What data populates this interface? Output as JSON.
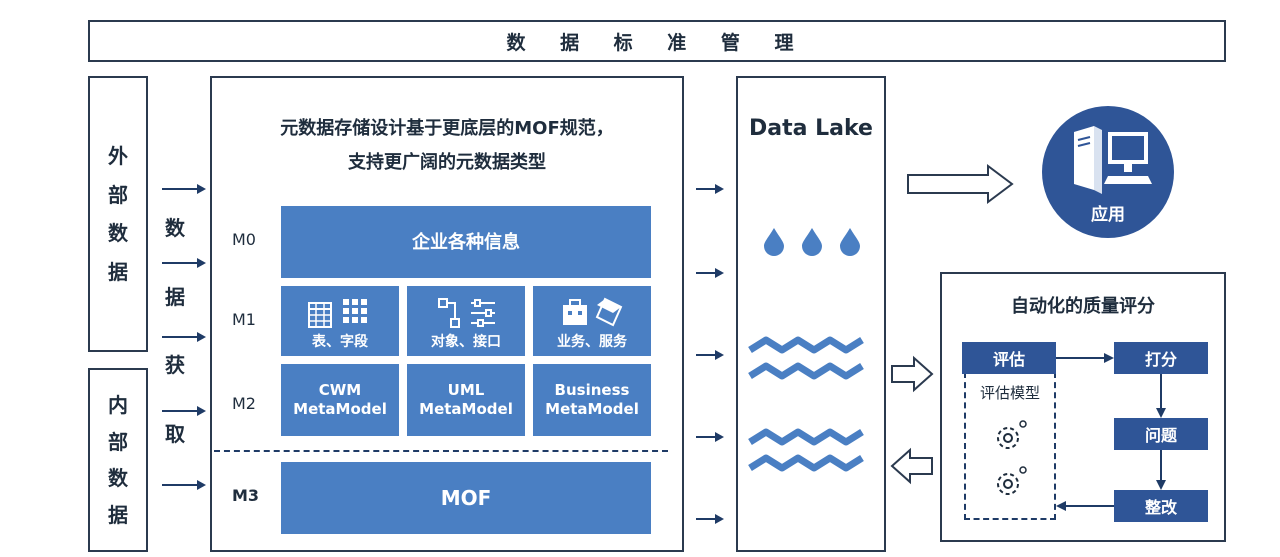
{
  "header": {
    "title": "数 据 标 准 管 理"
  },
  "external": {
    "chars": [
      "外",
      "部",
      "数",
      "据"
    ]
  },
  "internal": {
    "chars": [
      "内",
      "部",
      "数",
      "据"
    ]
  },
  "acquire": {
    "chars": [
      "数",
      "据",
      "获",
      "取"
    ]
  },
  "core": {
    "description_line1": "元数据存储设计基于更底层的MOF规范，",
    "description_line2": "支持更广阔的元数据类型",
    "levels": {
      "m0": "M0",
      "m1": "M1",
      "m2": "M2",
      "m3": "M3"
    },
    "m0_cell": "企业各种信息",
    "m1_cells": [
      "表、字段",
      "对象、接口",
      "业务、服务"
    ],
    "m2_cells": [
      {
        "line1": "CWM",
        "line2": "MetaModel"
      },
      {
        "line1": "UML",
        "line2": "MetaModel"
      },
      {
        "line1": "Business",
        "line2": "MetaModel"
      }
    ],
    "m3_cell": "MOF"
  },
  "lake": {
    "title": "Data Lake"
  },
  "application": {
    "label": "应用"
  },
  "quality": {
    "title": "自动化的质量评分",
    "evaluate": "评估",
    "model": "评估模型",
    "score": "打分",
    "issue": "问题",
    "fix": "整改"
  },
  "colors": {
    "accent": "#4a7fc3",
    "dark": "#1f3b66",
    "badge": "#2f5597"
  }
}
